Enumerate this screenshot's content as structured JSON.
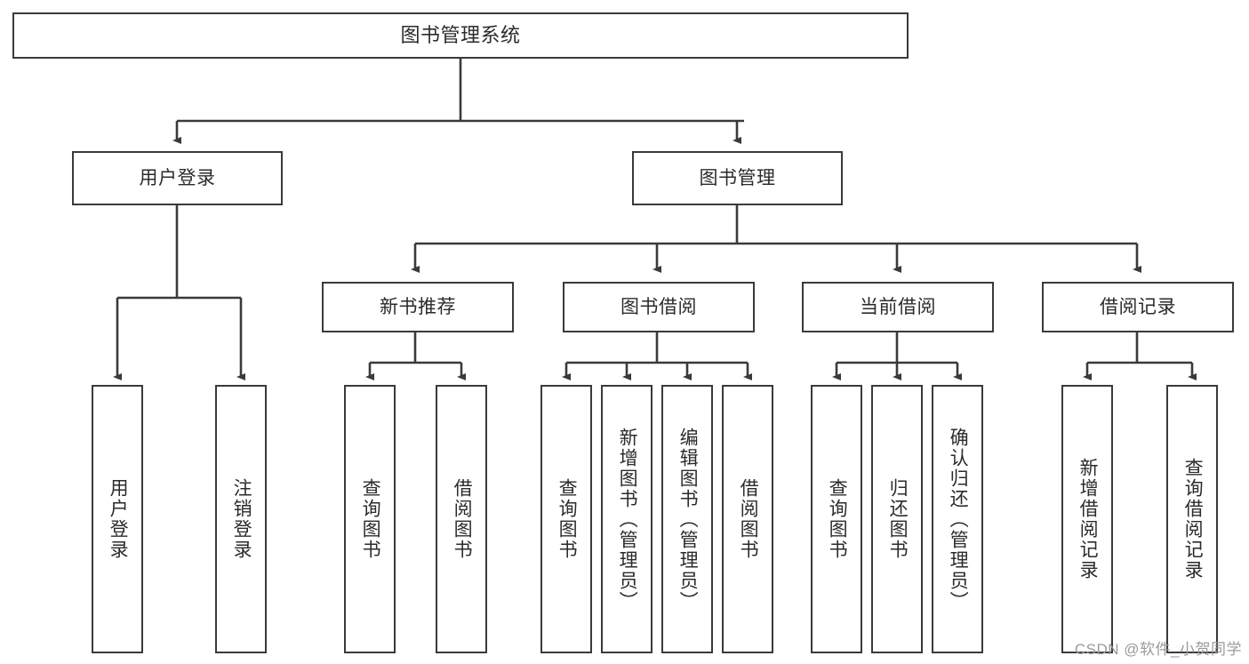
{
  "diagram": {
    "title_node": {
      "label": "图书管理系统"
    },
    "level2": [
      {
        "id": "user-login",
        "label": "用户登录"
      },
      {
        "id": "book-management",
        "label": "图书管理"
      }
    ],
    "level3": [
      {
        "id": "new-book-recommend",
        "label": "新书推荐"
      },
      {
        "id": "book-borrow",
        "label": "图书借阅"
      },
      {
        "id": "current-borrow",
        "label": "当前借阅"
      },
      {
        "id": "borrow-record",
        "label": "借阅记录"
      }
    ],
    "leaves": {
      "user_login": [
        {
          "id": "leaf-user-login",
          "label": "用户登录"
        },
        {
          "id": "leaf-logout-login",
          "label": "注销登录"
        }
      ],
      "new_book_recommend": [
        {
          "id": "leaf-query-book-1",
          "label": "查询图书"
        },
        {
          "id": "leaf-borrow-book-1",
          "label": "借阅图书"
        }
      ],
      "book_borrow": [
        {
          "id": "leaf-query-book-2",
          "label": "查询图书"
        },
        {
          "id": "leaf-add-book",
          "label": "新增图书（管理员）"
        },
        {
          "id": "leaf-edit-book",
          "label": "编辑图书（管理员）"
        },
        {
          "id": "leaf-borrow-book-2",
          "label": "借阅图书"
        }
      ],
      "current_borrow": [
        {
          "id": "leaf-query-book-3",
          "label": "查询图书"
        },
        {
          "id": "leaf-return-book",
          "label": "归还图书"
        },
        {
          "id": "leaf-confirm-return",
          "label": "确认归还（管理员）"
        }
      ],
      "borrow_record": [
        {
          "id": "leaf-add-borrow-record",
          "label": "新增借阅记录"
        },
        {
          "id": "leaf-query-borrow-record",
          "label": "查询借阅记录"
        }
      ]
    }
  },
  "watermark": {
    "text": "CSDN @软件_小贺同学"
  },
  "colors": {
    "stroke": "#3a3a3a",
    "fill": "#ffffff",
    "text": "#2b2b2b",
    "watermark": "#9a9a9a"
  }
}
